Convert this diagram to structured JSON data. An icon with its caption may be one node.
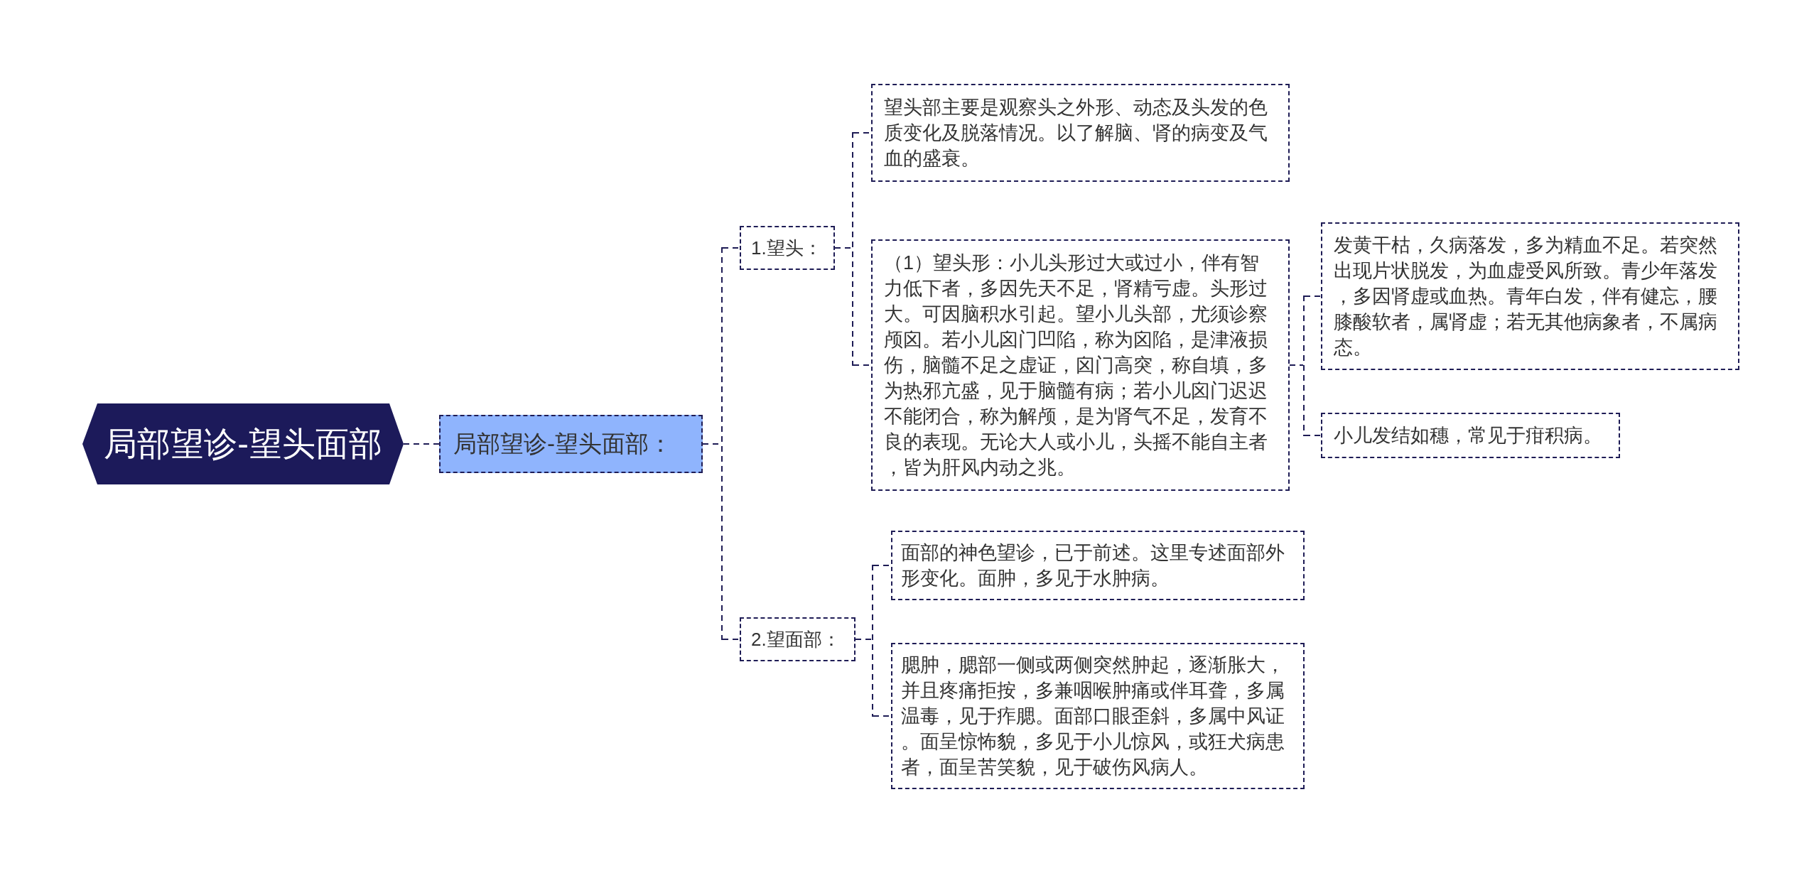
{
  "diagram": {
    "nodes": [
      {
        "text": [
          "局部望诊-望头面部"
        ]
      },
      {
        "text": [
          "局部望诊-望头面部："
        ]
      },
      {
        "text": [
          "1.望头："
        ]
      },
      {
        "text": [
          "望头部主要是观察头之外形、动态及头发的色质变化及脱落情况。以了解脑、肾的病变及气血的盛衰。"
        ]
      },
      {
        "text": [
          "（1）望头形：小儿头形过大或过小，伴有智力低下者，多因先天不足，肾精亏虚。头形过大。可因脑积水引起。望小儿头部，尤须诊察颅囟。若小儿囟门凹陷，称为囟陷，是津液损伤，脑髓不足之虚证，囟门高突，称自填，多为热邪亢盛，见于脑髓有病；若小儿囟门迟迟不能闭合，称为解颅，是为肾气不足，发育不良的表现。无论大人或小儿，头摇不能自主者，皆为肝风内动之兆。"
        ]
      },
      {
        "text": [
          "发黄干枯，久病落发，多为精血不足。若突然出现片状脱发，为血虚受风所致。青少年落发，多因肾虚或血热。青年白发，伴有健忘，腰膝酸软者，属肾虚；若无其他病象者，不属病态。"
        ]
      },
      {
        "text": [
          "小儿发结如穗，常见于疳积病。"
        ]
      },
      {
        "text": [
          "2.望面部："
        ]
      },
      {
        "text": [
          "面部的神色望诊，已于前述。这里专述面部外形变化。面肿，多见于水肿病。"
        ]
      },
      {
        "text": [
          "腮肿，腮部一侧或两侧突然肿起，逐渐胀大，并且疼痛拒按，多兼咽喉肿痛或伴耳聋，多属温毒，见于痄腮。面部口眼歪斜，多属中风证。面呈惊怖貌，多见于小儿惊风，或狂犬病患者，面呈苦笑貌，见于破伤风病人。"
        ]
      }
    ],
    "edges": [
      {
        "from": 0,
        "to": 1,
        "arrow": "none"
      },
      {
        "from": 1,
        "to": 2,
        "arrow": "none"
      },
      {
        "from": 1,
        "to": 7,
        "arrow": "none"
      },
      {
        "from": 2,
        "to": 3,
        "arrow": "none"
      },
      {
        "from": 2,
        "to": 4,
        "arrow": "none"
      },
      {
        "from": 4,
        "to": 5,
        "arrow": "none"
      },
      {
        "from": 4,
        "to": 6,
        "arrow": "none"
      },
      {
        "from": 7,
        "to": 8,
        "arrow": "none"
      },
      {
        "from": 7,
        "to": 9,
        "arrow": "none"
      }
    ]
  }
}
